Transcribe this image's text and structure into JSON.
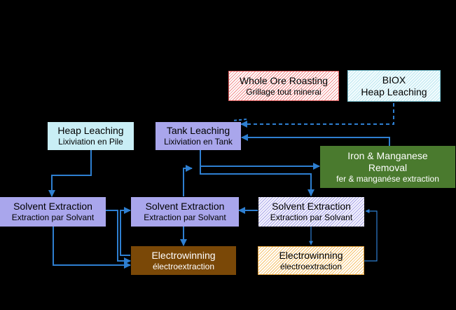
{
  "colors": {
    "connector": "#2e7fd1",
    "background": "#000000"
  },
  "boxes": {
    "whole_ore": {
      "line1": "Whole Ore Roasting",
      "line2": "Grillage tout minerai"
    },
    "biox": {
      "line1": "BIOX",
      "line2": "Heap Leaching"
    },
    "heap_leaching": {
      "line1": "Heap Leaching",
      "line2": "Lixiviation en Pile"
    },
    "tank_leaching": {
      "line1": "Tank Leaching",
      "line2": "Lixiviation en Tank"
    },
    "iron_manganese": {
      "line1": "Iron & Manganese",
      "line2": "Removal",
      "line3": "fer & manganése extraction"
    },
    "sx_left": {
      "line1": "Solvent Extraction",
      "line2": "Extraction par Solvant"
    },
    "sx_middle": {
      "line1": "Solvent Extraction",
      "line2": "Extraction par Solvant"
    },
    "sx_right": {
      "line1": "Solvent Extraction",
      "line2": "Extraction par Solvant"
    },
    "ew_brown": {
      "line1": "Electrowinning",
      "line2": "électroextraction"
    },
    "ew_orange": {
      "line1": "Electrowinning",
      "line2": "électroextraction"
    }
  }
}
